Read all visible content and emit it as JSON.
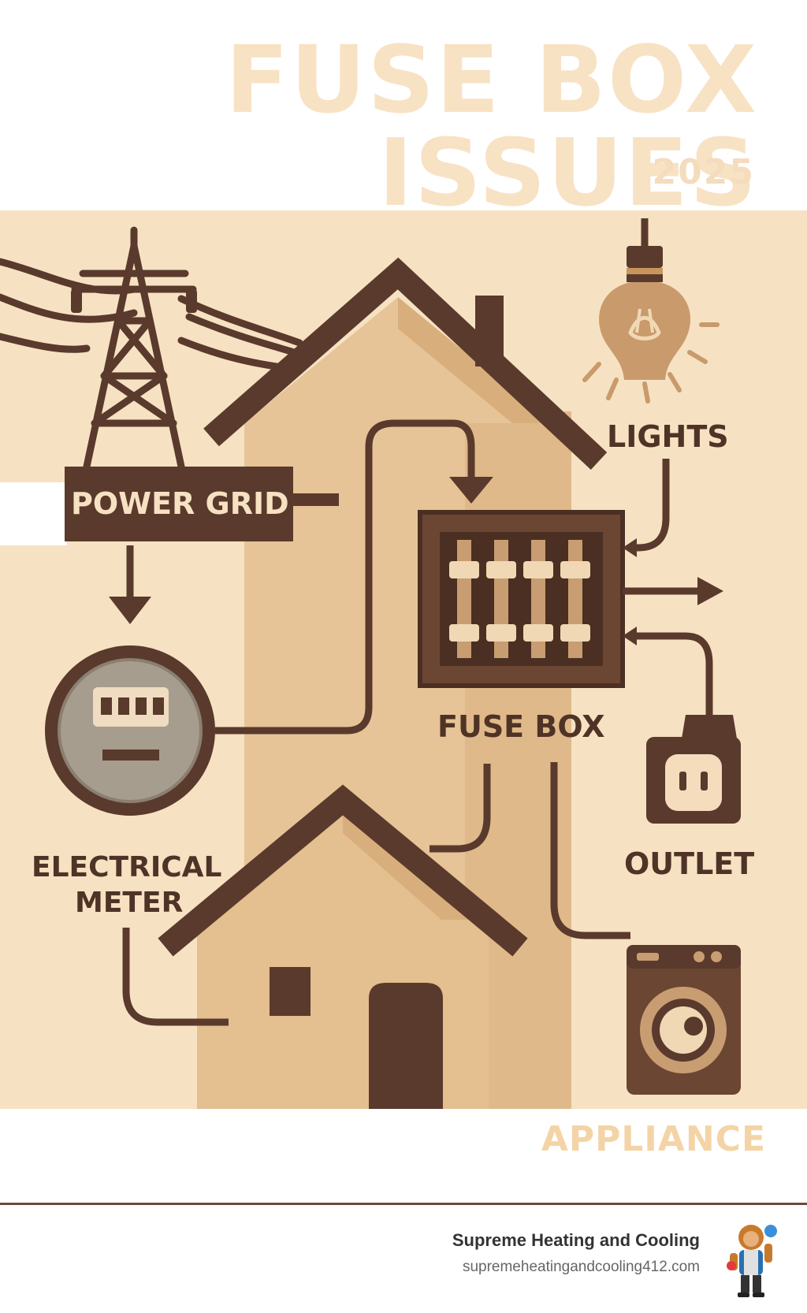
{
  "header": {
    "title": "FUSE BOX ISSUES",
    "year": "2025"
  },
  "diagram": {
    "labels": {
      "power_grid": "POWER GRID",
      "lights": "LIGHTS",
      "fuse_box": "FUSE BOX",
      "electrical_meter_line1": "ELECTRICAL",
      "electrical_meter_line2": "METER",
      "outlet": "OUTLET",
      "appliance": "APPLIANCE"
    }
  },
  "footer": {
    "brand": "Supreme Heating and Cooling",
    "url": "supremeheatingandcooling412.com"
  },
  "colors": {
    "background": "#f6e2c2",
    "house_main": "#e6c497",
    "dark_brown": "#5a3a2c",
    "title": "#f8e2c4"
  }
}
